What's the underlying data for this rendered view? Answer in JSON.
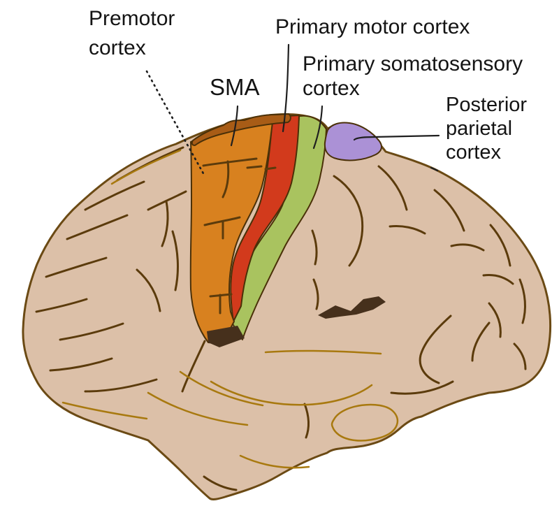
{
  "labels": {
    "premotor": "Premotor\ncortex",
    "sma": "SMA",
    "primary_motor": "Primary motor cortex",
    "primary_somatosensory": "Primary somatosensory\ncortex",
    "posterior_parietal": "Posterior\nparietal\ncortex"
  },
  "regions": [
    {
      "label": "Premotor cortex",
      "color": "#d8811f"
    },
    {
      "label": "SMA",
      "color": "#a85c16"
    },
    {
      "label": "Primary motor cortex",
      "color": "#d23a1c"
    },
    {
      "label": "Primary somatosensory cortex",
      "color": "#a9c35f"
    },
    {
      "label": "Posterior parietal cortex",
      "color": "#ab91d6"
    }
  ],
  "colors": {
    "background": "#ffffff",
    "brain": "#dcc0a8",
    "brain_outline": "#6b4a14",
    "sulci_dark": "#5b3b0c",
    "sulci_gold": "#a8790f",
    "dark_patch": "#46301c",
    "premotor": "#d8811f",
    "sma_strip": "#a85c16",
    "primary_motor": "#d23a1c",
    "primary_somatosensory": "#a9c35f",
    "posterior_parietal": "#ab91d6",
    "label_text": "#141414",
    "leader_line": "#1f1f1f"
  }
}
